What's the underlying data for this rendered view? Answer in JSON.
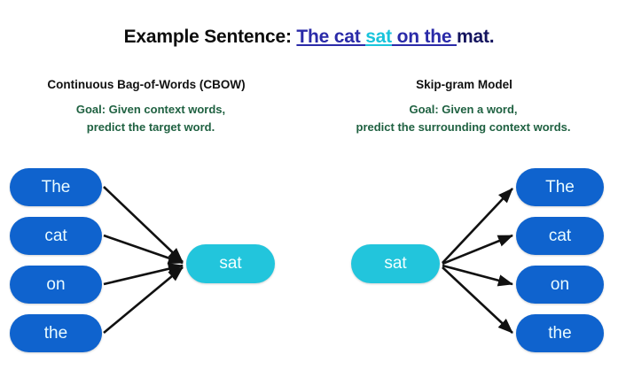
{
  "title": {
    "label": "Example Sentence:",
    "segments": [
      {
        "text": "The cat ",
        "style": "context"
      },
      {
        "text": "sat",
        "style": "target"
      },
      {
        "text": " on the ",
        "style": "context"
      },
      {
        "text": "mat.",
        "style": "plain"
      }
    ],
    "full_sentence": "The cat sat on the mat."
  },
  "colors": {
    "context_blue": "#0f63ce",
    "target_cyan": "#22c5dc",
    "goal_green": "#1f6141",
    "title_underline_blue": "#2a2aa8",
    "title_navy": "#14145e",
    "arrow_black": "#111111",
    "background": "#ffffff"
  },
  "panels": {
    "cbow": {
      "heading": "Continuous Bag-of-Words (CBOW)",
      "goal_line1": "Goal: Given context words,",
      "goal_line2": "predict the target word.",
      "context_words": [
        "The",
        "cat",
        "on",
        "the"
      ],
      "target_word": "sat",
      "arrow_direction": "context-to-target"
    },
    "skipgram": {
      "heading": "Skip-gram Model",
      "goal_line1": "Goal: Given a word,",
      "goal_line2": "predict the surrounding context words.",
      "context_words": [
        "The",
        "cat",
        "on",
        "the"
      ],
      "target_word": "sat",
      "arrow_direction": "target-to-context"
    }
  }
}
